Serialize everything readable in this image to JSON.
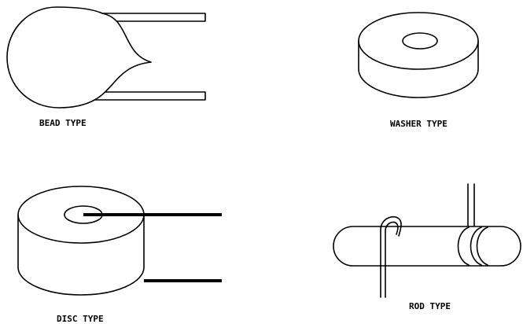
{
  "labels": {
    "bead": "BEAD TYPE",
    "washer": "WASHER TYPE",
    "disc": "DISC TYPE",
    "rod": "ROD TYPE"
  },
  "colors": {
    "line": "#000000",
    "background": "#ffffff"
  }
}
